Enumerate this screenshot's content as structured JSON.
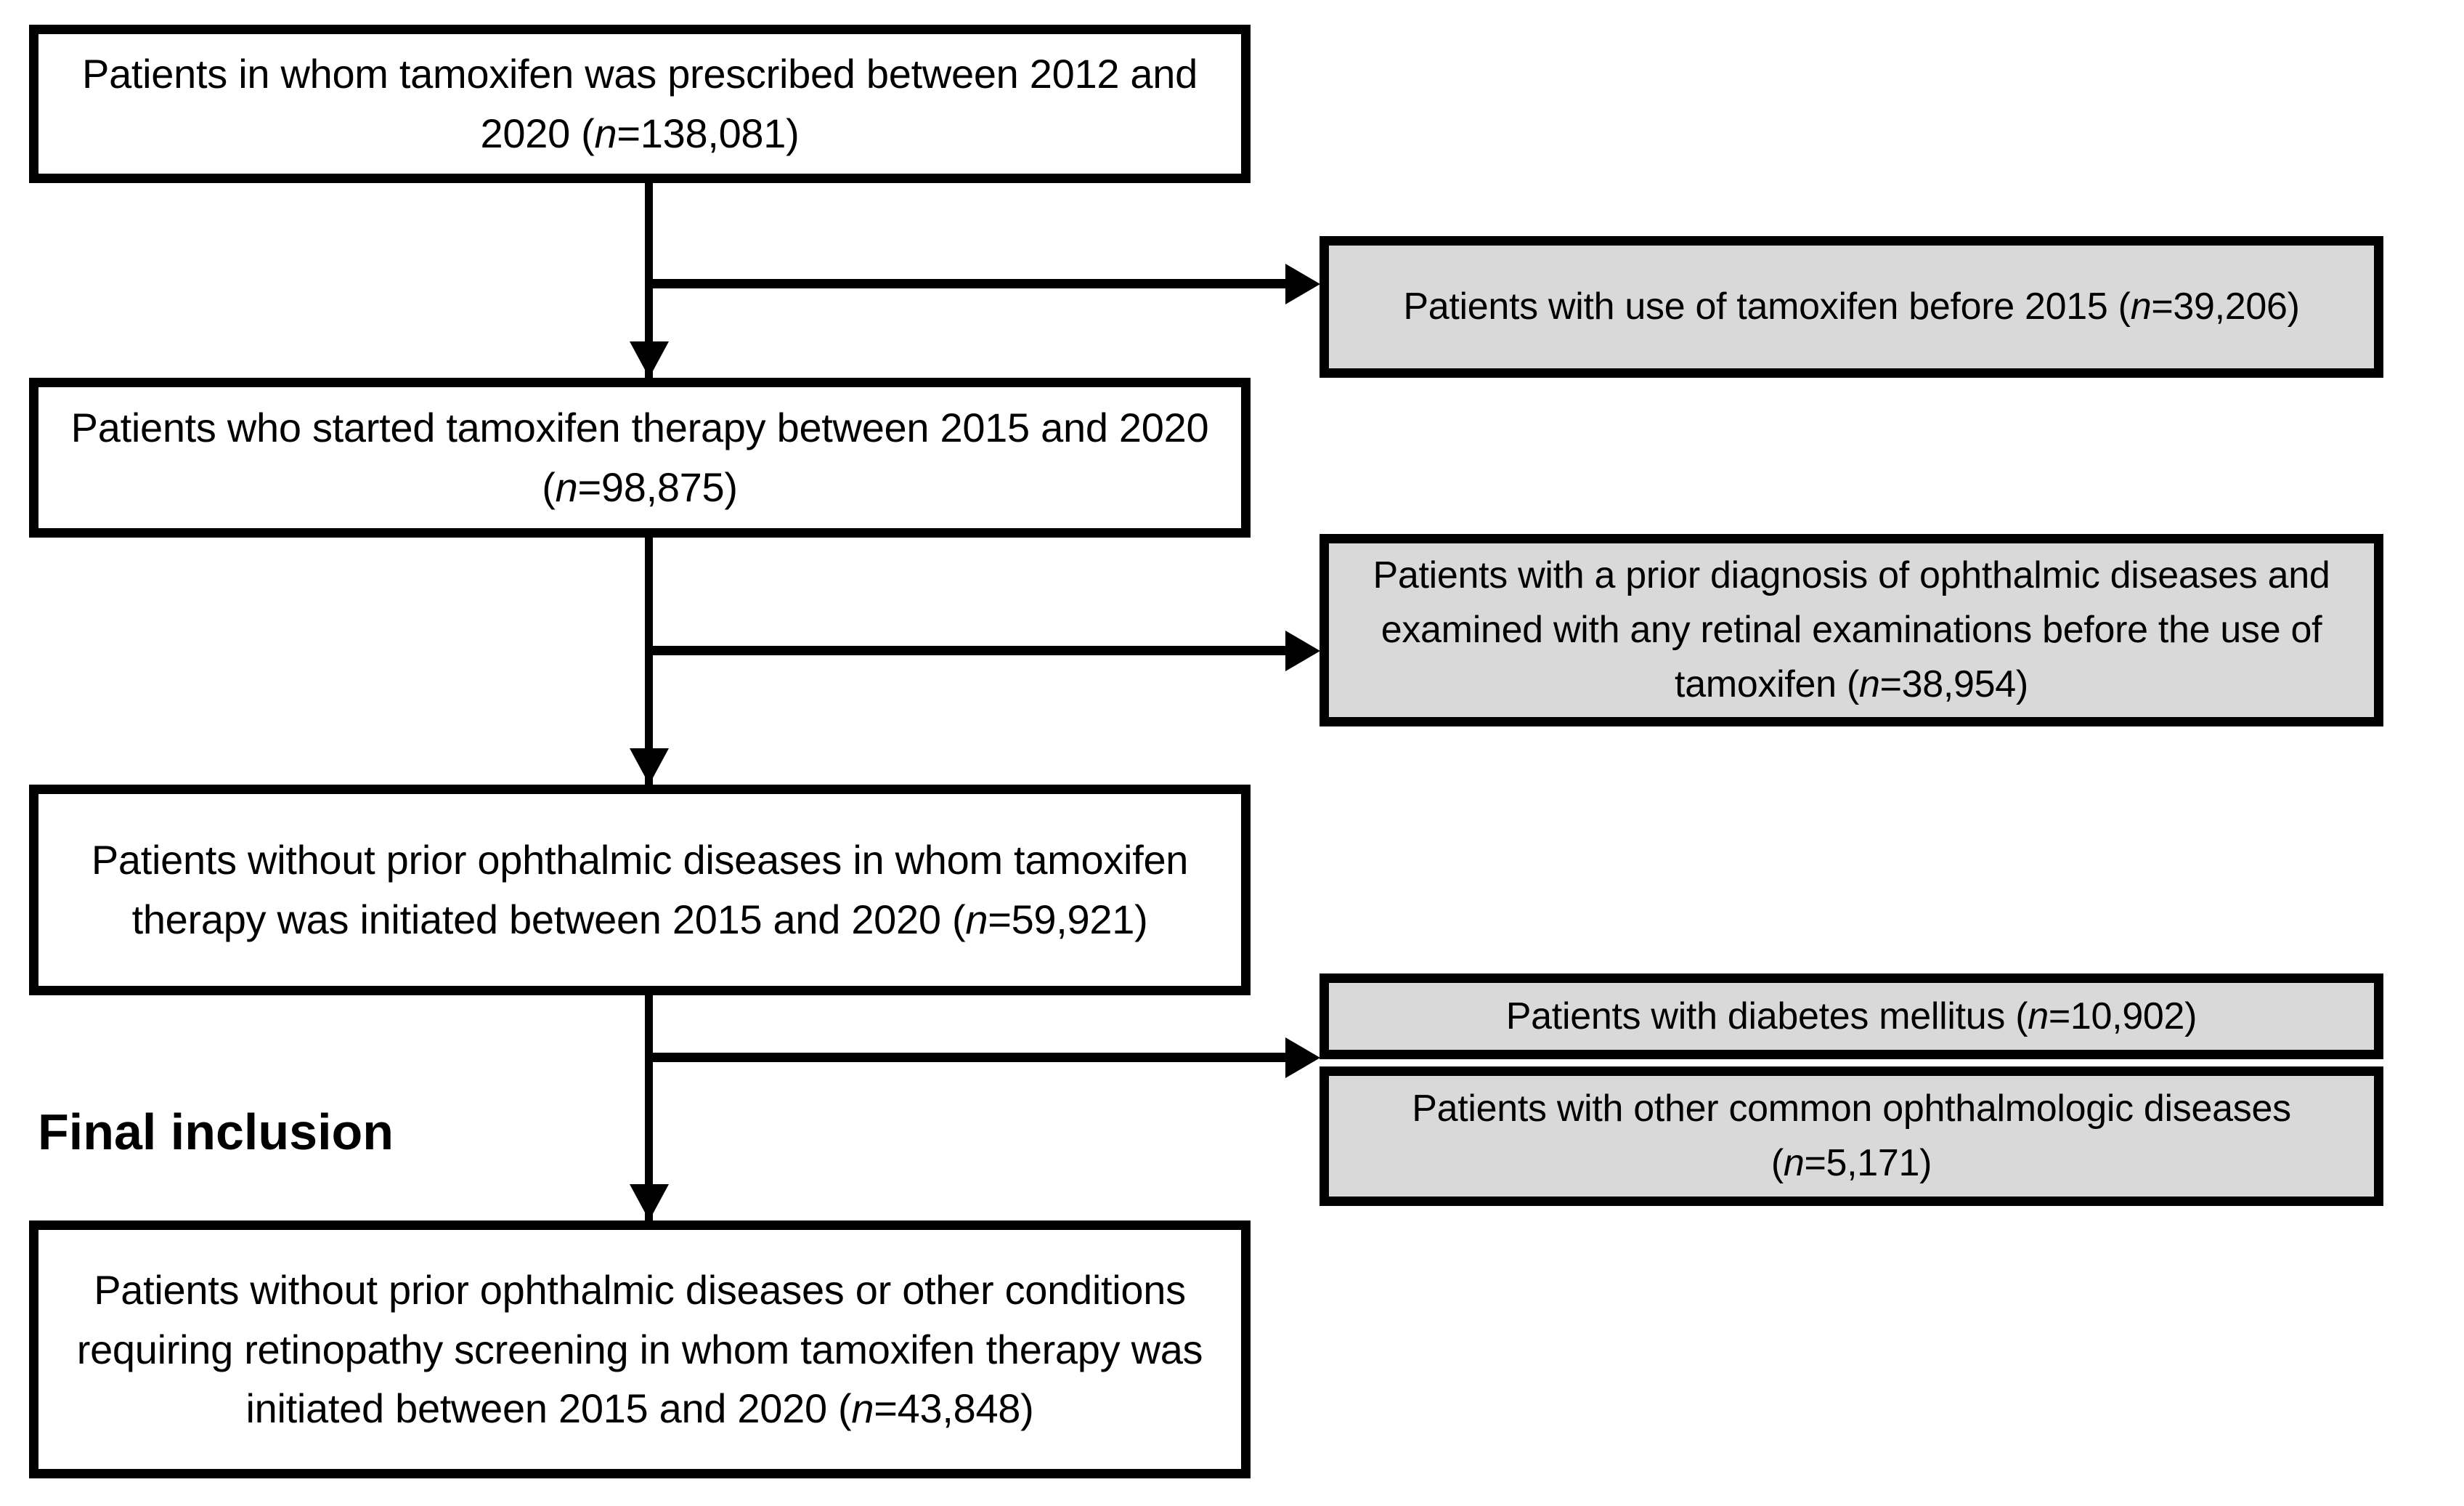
{
  "diagram": {
    "type": "patient-selection-flowchart",
    "colors": {
      "box_border": "#000000",
      "included_fill": "#ffffff",
      "excluded_fill": "#d9d9d9",
      "connector": "#000000",
      "text": "#000000"
    },
    "caption": {
      "final_inclusion": "Final inclusion"
    },
    "included_nodes": [
      {
        "id": "cohort-prescribed",
        "text_prefix": "Patients in whom tamoxifen was prescribed between 2012 and 2020 (",
        "n_symbol": "n",
        "text_suffix": "=138,081)",
        "count": 138081,
        "full_text": "Patients in whom tamoxifen was prescribed between 2012 and 2020 (n=138,081)"
      },
      {
        "id": "cohort-started-2015-2020",
        "text_prefix": "Patients who started tamoxifen therapy between 2015 and 2020 (",
        "n_symbol": "n",
        "text_suffix": "=98,875)",
        "count": 98875,
        "full_text": "Patients who started tamoxifen therapy between 2015 and 2020 (n=98,875)"
      },
      {
        "id": "cohort-no-prior-ophthalmic",
        "text_prefix": "Patients without prior ophthalmic diseases in whom tamoxifen therapy was initiated between 2015 and 2020 (",
        "n_symbol": "n",
        "text_suffix": "=59,921)",
        "count": 59921,
        "full_text": "Patients without prior ophthalmic diseases in whom tamoxifen therapy was initiated between 2015 and 2020 (n=59,921)"
      },
      {
        "id": "cohort-final",
        "text_prefix": "Patients without prior ophthalmic diseases or other conditions requiring retinopathy screening in whom tamoxifen therapy was initiated between 2015 and 2020 (",
        "n_symbol": "n",
        "text_suffix": "=43,848)",
        "count": 43848,
        "full_text": "Patients without prior ophthalmic diseases or other conditions requiring retinopathy screening in whom tamoxifen therapy was initiated between 2015 and 2020 (n=43,848)"
      }
    ],
    "excluded_nodes": [
      {
        "id": "excl-use-before-2015",
        "text_prefix": "Patients with use of tamoxifen before 2015 (",
        "n_symbol": "n",
        "text_suffix": "=39,206)",
        "count": 39206,
        "full_text": "Patients with use of tamoxifen before 2015 (n=39,206)"
      },
      {
        "id": "excl-prior-ophthalmic-diagnosis",
        "text_prefix": "Patients with a prior diagnosis of ophthalmic diseases and examined with any retinal examinations before the use of tamoxifen (",
        "n_symbol": "n",
        "text_suffix": "=38,954)",
        "count": 38954,
        "full_text": "Patients with a prior diagnosis of ophthalmic diseases and examined with any retinal examinations before the use of tamoxifen (n=38,954)"
      },
      {
        "id": "excl-diabetes-mellitus",
        "text_prefix": "Patients with diabetes mellitus (",
        "n_symbol": "n",
        "text_suffix": "=10,902)",
        "count": 10902,
        "full_text": "Patients with diabetes mellitus (n=10,902)"
      },
      {
        "id": "excl-other-ophthalmologic",
        "text_prefix": "Patients with other common ophthalmologic diseases (",
        "n_symbol": "n",
        "text_suffix": "=5,171)",
        "count": 5171,
        "full_text": "Patients with other common ophthalmologic diseases (n=5,171)"
      }
    ]
  }
}
